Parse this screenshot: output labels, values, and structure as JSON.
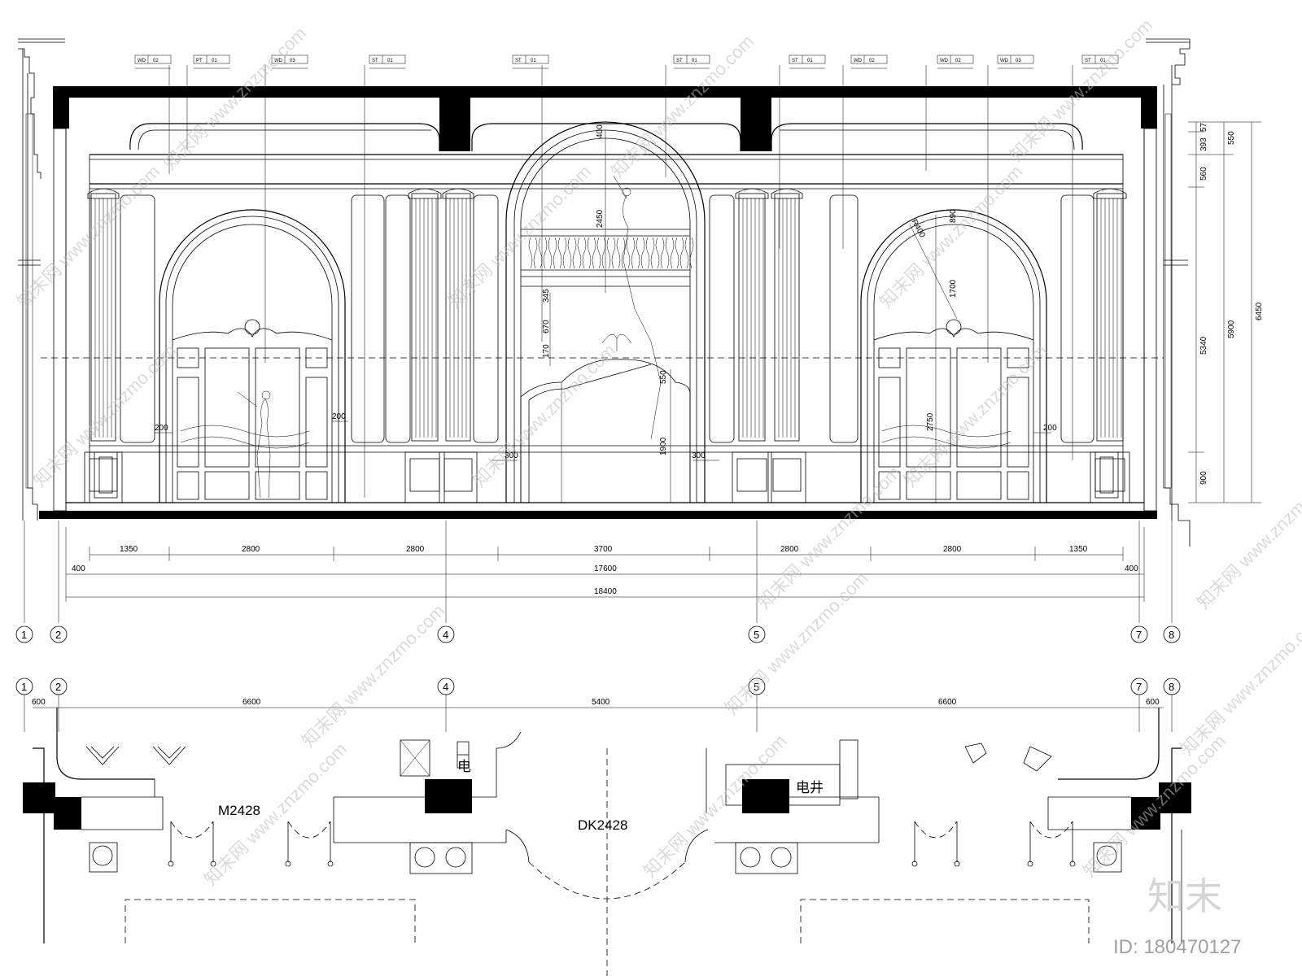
{
  "elevation": {
    "material_tags": [
      {
        "code": "WD",
        "num": "02"
      },
      {
        "code": "PT",
        "num": "01"
      },
      {
        "code": "WD",
        "num": "03"
      },
      {
        "code": "ST",
        "num": "01"
      },
      {
        "code": "ST",
        "num": "01"
      },
      {
        "code": "ST",
        "num": "01"
      },
      {
        "code": "ST",
        "num": "01"
      },
      {
        "code": "WD",
        "num": "02"
      },
      {
        "code": "WD",
        "num": "02"
      },
      {
        "code": "WD",
        "num": "03"
      },
      {
        "code": "ST",
        "num": "01"
      }
    ],
    "bottom_dims_row1": [
      "1350",
      "2800",
      "2800",
      "3700",
      "2800",
      "2800",
      "1350"
    ],
    "bottom_dims_row2": {
      "left": "400",
      "mid": "17600",
      "right": "400"
    },
    "bottom_dims_row3": "18400",
    "right_dims_col1": [
      "57",
      "393",
      "560",
      "5340",
      "900"
    ],
    "right_dims_col2": [
      "550",
      "5900"
    ],
    "right_dims_col3": "6450",
    "inner_dims": {
      "arch_top": "400",
      "arch_mid": "2450",
      "rail": "345",
      "r670": "670",
      "r170": "170",
      "r550": "550",
      "h1900": "1900",
      "w300a": "300",
      "w300b": "300",
      "w200a": "200",
      "w200b": "200",
      "w200c": "200",
      "radius": "R400",
      "h890": "890",
      "h1700": "1700",
      "h2750": "2750"
    },
    "axes": [
      "1",
      "2",
      "4",
      "5",
      "7",
      "8"
    ]
  },
  "plan": {
    "axes": [
      "1",
      "2",
      "4",
      "5",
      "7",
      "8"
    ],
    "top_dims": [
      "600",
      "6600",
      "5400",
      "6600",
      "600"
    ],
    "door_left": "M2428",
    "door_center": "DK2428",
    "shaft_label": "电井",
    "shaft_label_left": "电"
  },
  "watermark": {
    "text": "知末网 www.znzmo.com"
  },
  "brand": {
    "logo": "知末",
    "id": "ID: 180470127"
  }
}
